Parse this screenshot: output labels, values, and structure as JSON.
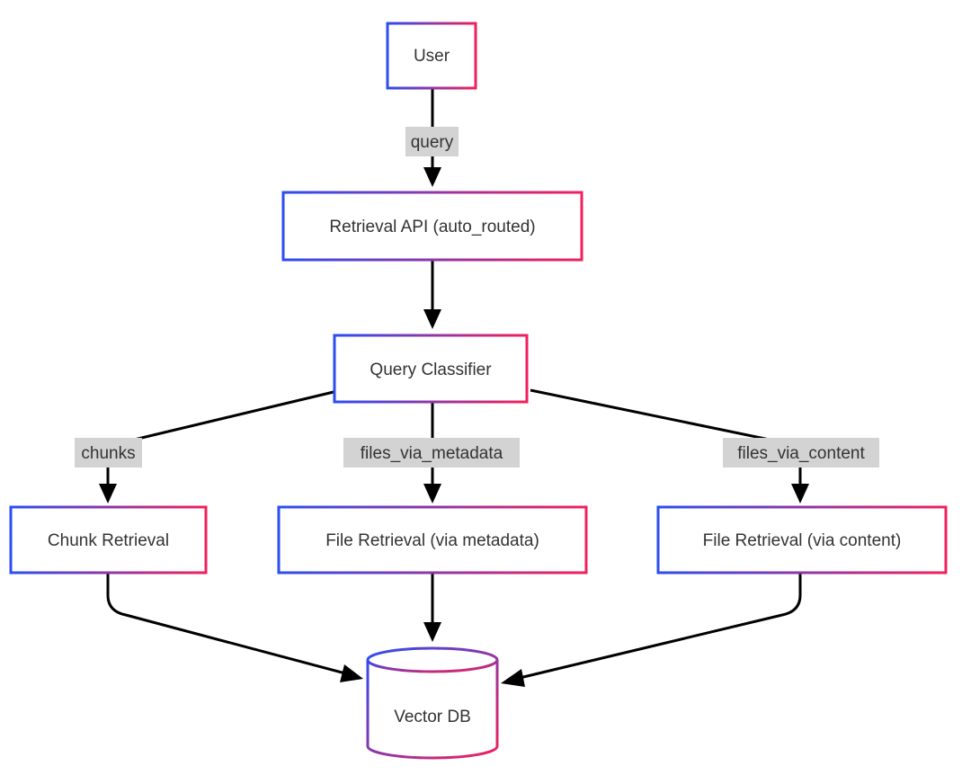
{
  "nodes": {
    "user": "User",
    "retrieval_api": "Retrieval API (auto_routed)",
    "query_classifier": "Query Classifier",
    "chunk_retrieval": "Chunk Retrieval",
    "file_retrieval_metadata": "File Retrieval (via metadata)",
    "file_retrieval_content": "File Retrieval (via content)",
    "vector_db": "Vector DB"
  },
  "edge_labels": {
    "query": "query",
    "chunks": "chunks",
    "files_via_metadata": "files_via_metadata",
    "files_via_content": "files_via_content"
  },
  "colors": {
    "border_start": "#2b4df2",
    "border_end": "#f2205c",
    "edge": "#000000",
    "label_background": "#d3d3d3",
    "text": "#333333"
  }
}
